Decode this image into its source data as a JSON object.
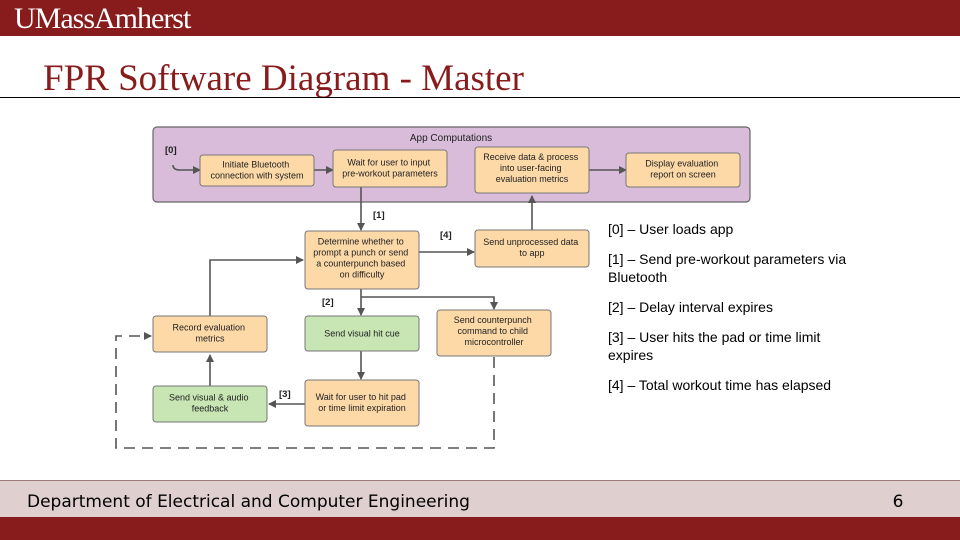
{
  "header": {
    "brand": "UMassAmherst",
    "title": "FPR Software Diagram - Master"
  },
  "diagram": {
    "group_title": "App Computations",
    "nodes": {
      "initiate_bluetooth": [
        "Initiate Bluetooth",
        "connection with system"
      ],
      "wait_parameters": [
        "Wait for user to input",
        "pre-workout parameters"
      ],
      "receive_data": [
        "Receive data & process",
        "into user-facing",
        "evaluation metrics"
      ],
      "display_report": [
        "Display evaluation",
        "report on screen"
      ],
      "determine_prompt": [
        "Determine whether to",
        "prompt a punch or send",
        "a counterpunch based",
        "on difficulty"
      ],
      "send_unprocessed": [
        "Send unprocessed data",
        "to app"
      ],
      "record_metrics": [
        "Record evaluation",
        "metrics"
      ],
      "send_visual_cue": [
        "Send visual hit cue"
      ],
      "send_counterpunch": [
        "Send counterpunch",
        "command to child",
        "microcontroller"
      ],
      "send_feedback": [
        "Send visual & audio",
        "feedback"
      ],
      "wait_hit": [
        "Wait for user to hit pad",
        "or time limit expiration"
      ]
    },
    "step_labels": {
      "s0": "[0]",
      "s1": "[1]",
      "s2": "[2]",
      "s3": "[3]",
      "s4": "[4]"
    }
  },
  "legend": [
    "[0] – User loads app",
    "[1] – Send pre-workout parameters via Bluetooth",
    "[2] – Delay interval expires",
    "[3] – User hits the pad or time limit expires",
    "[4] – Total workout time has elapsed"
  ],
  "footer": {
    "department": "Department of Electrical and Computer Engineering",
    "page_number": "6"
  },
  "colors": {
    "maroon": "#881c1c",
    "group_fill": "#d9bcd9",
    "node_orange": "#fdd9a8",
    "node_green": "#c7e6b4"
  }
}
